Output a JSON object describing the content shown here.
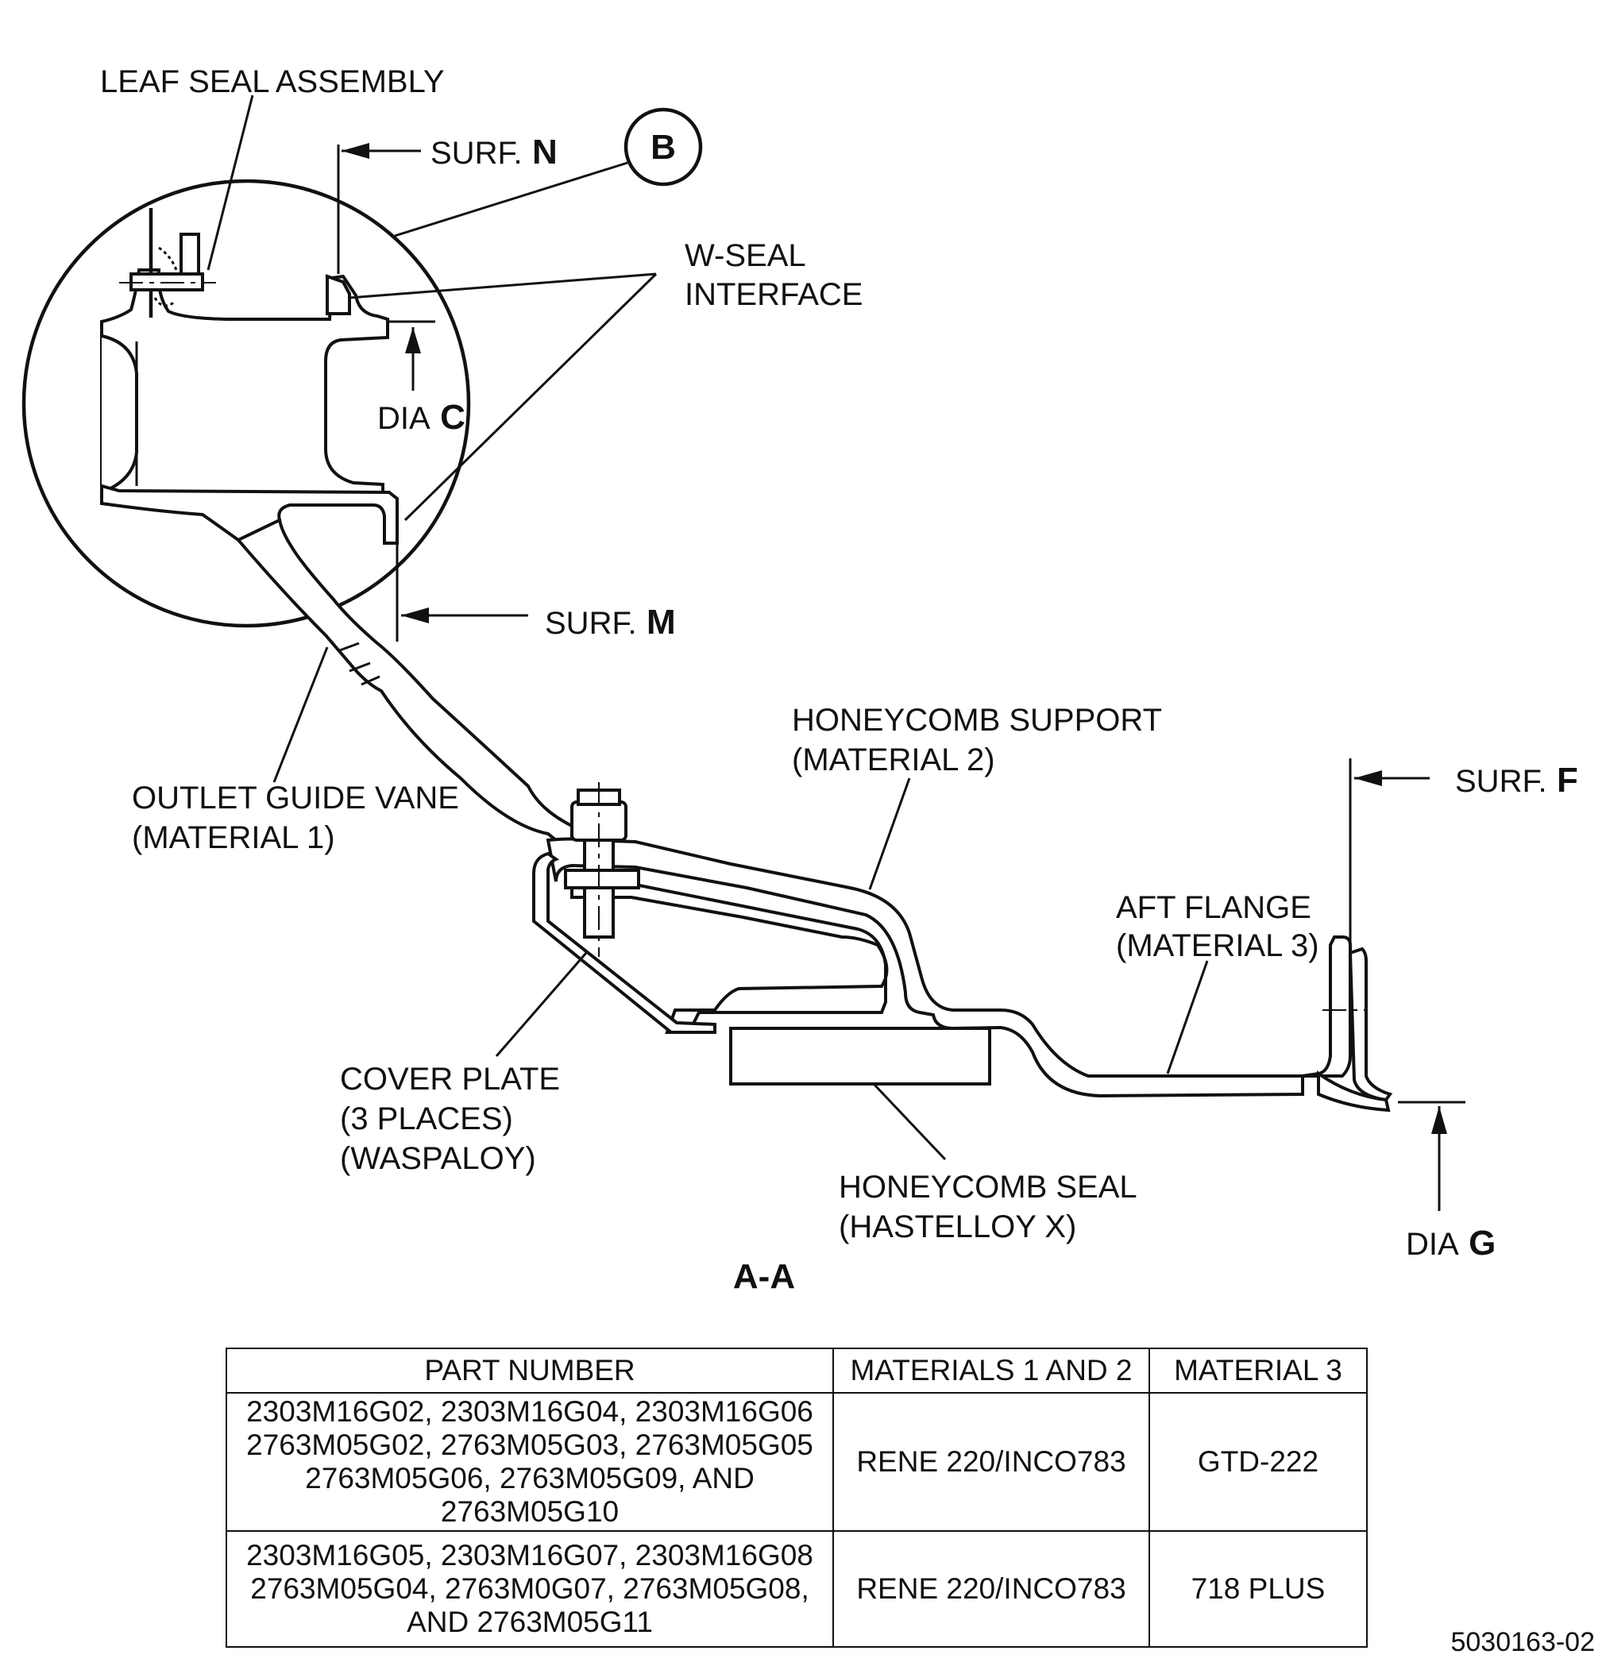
{
  "labels": {
    "leaf_seal": "LEAF SEAL ASSEMBLY",
    "surf_n_prefix": "SURF.",
    "surf_n_letter": "N",
    "detail_b": "B",
    "w_seal_1": "W-SEAL",
    "w_seal_2": "INTERFACE",
    "dia_c_prefix": "DIA",
    "dia_c_letter": "C",
    "surf_m_prefix": "SURF.",
    "surf_m_letter": "M",
    "ogv_1": "OUTLET GUIDE VANE",
    "ogv_2": "(MATERIAL 1)",
    "hc_support_1": "HONEYCOMB SUPPORT",
    "hc_support_2": "(MATERIAL 2)",
    "surf_f_prefix": "SURF.",
    "surf_f_letter": "F",
    "aft_flange_1": "AFT FLANGE",
    "aft_flange_2": "(MATERIAL 3)",
    "cover_1": "COVER PLATE",
    "cover_2": "(3 PLACES)",
    "cover_3": "(WASPALOY)",
    "hc_seal_1": "HONEYCOMB SEAL",
    "hc_seal_2": "(HASTELLOY X)",
    "dia_g_prefix": "DIA",
    "dia_g_letter": "G",
    "section": "A-A"
  },
  "table": {
    "headers": [
      "PART NUMBER",
      "MATERIALS 1 AND 2",
      "MATERIAL 3"
    ],
    "rows": [
      {
        "part_numbers": "2303M16G02, 2303M16G04, 2303M16G06\n2763M05G02, 2763M05G03, 2763M05G05\n2763M05G06, 2763M05G09, AND 2763M05G10",
        "materials_1_2": "RENE 220/INCO783",
        "material_3": "GTD-222"
      },
      {
        "part_numbers": "2303M16G05, 2303M16G07, 2303M16G08\n2763M05G04, 2763M0G07, 2763M05G08,\nAND 2763M05G11",
        "materials_1_2": "RENE 220/INCO783",
        "material_3": "718 PLUS"
      }
    ]
  },
  "figure_number": "5030163-02"
}
